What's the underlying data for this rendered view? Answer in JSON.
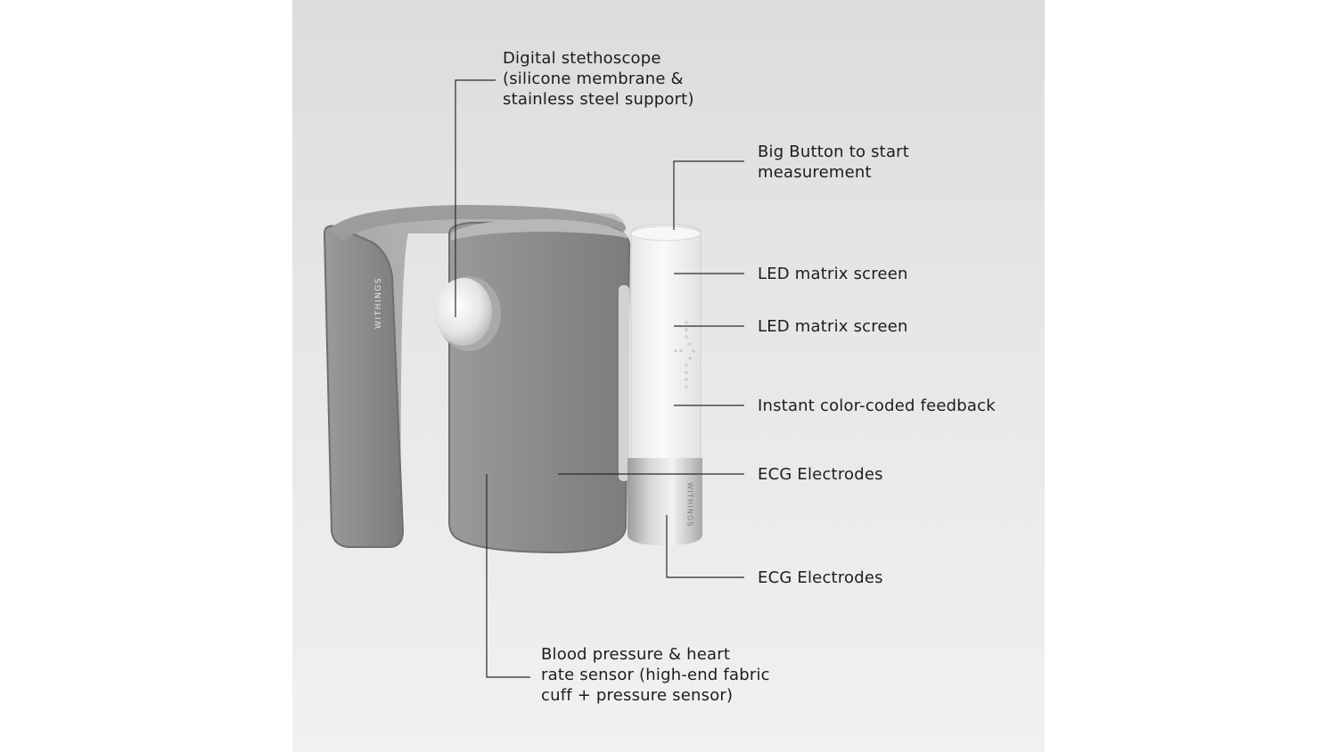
{
  "brand": {
    "cuff_logo": "WITHINGS",
    "base_logo": "WITHINGS"
  },
  "callouts": {
    "stethoscope": "Digital stethoscope\n(silicone membrane &\nstainless steel support)",
    "button": "Big Button to start\nmeasurement",
    "led_screen_1": "LED matrix screen",
    "led_screen_2": "LED matrix screen",
    "feedback": "Instant color-coded feedback",
    "ecg_1": "ECG Electrodes",
    "ecg_2": "ECG Electrodes",
    "bp_sensor": "Blood pressure & heart\nrate sensor (high-end fabric\ncuff + pressure sensor)"
  },
  "colors": {
    "fabric": "#8a8a8a",
    "fabric_inner": "#b2b2b2",
    "body_white": "#f4f4f4",
    "steel": "#bfbfbf",
    "line": "#2a2a2a"
  }
}
